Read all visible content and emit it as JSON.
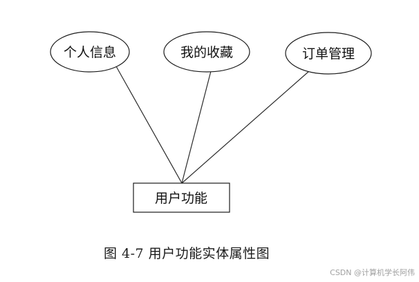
{
  "entity": {
    "label": "用户功能"
  },
  "attributes": [
    {
      "label": "个人信息"
    },
    {
      "label": "我的收藏"
    },
    {
      "label": "订单管理"
    }
  ],
  "caption": "图 4-7 用户功能实体属性图",
  "watermark": "CSDN @计算机学长阿伟"
}
